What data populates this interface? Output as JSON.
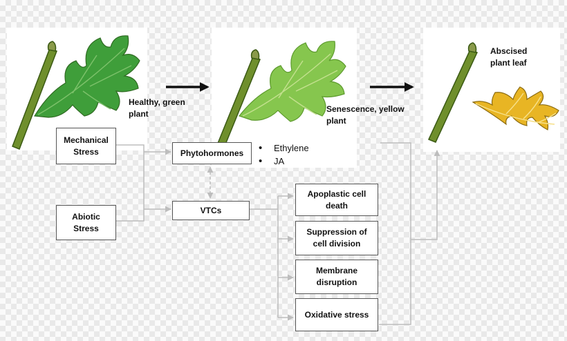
{
  "stages": [
    {
      "caption": "Healthy, green plant",
      "leaf_color": "#3f9e3a",
      "vein_color": "#7cc16a"
    },
    {
      "caption": "Senescence, yellow plant",
      "leaf_color": "#86c64e",
      "vein_color": "#c2e08d"
    },
    {
      "caption": "Abscised plant leaf",
      "leaf_color": "#e8b524",
      "vein_color": "#f6e08a"
    }
  ],
  "stem_color": "#6f8f2c",
  "stressors": {
    "mechanical": "Mechanical Stress",
    "abiotic": "Abiotic Stress"
  },
  "mediators": {
    "phytohormones": "Phytohormones",
    "vtcs": "VTCs"
  },
  "hormones": [
    "Ethylene",
    "JA"
  ],
  "outcomes": [
    "Apoplastic cell death",
    "Suppression of cell division",
    "Membrane disruption",
    "Oxidative stress"
  ],
  "connector_color": "#bdbdbd",
  "arrow_color": "#111111"
}
